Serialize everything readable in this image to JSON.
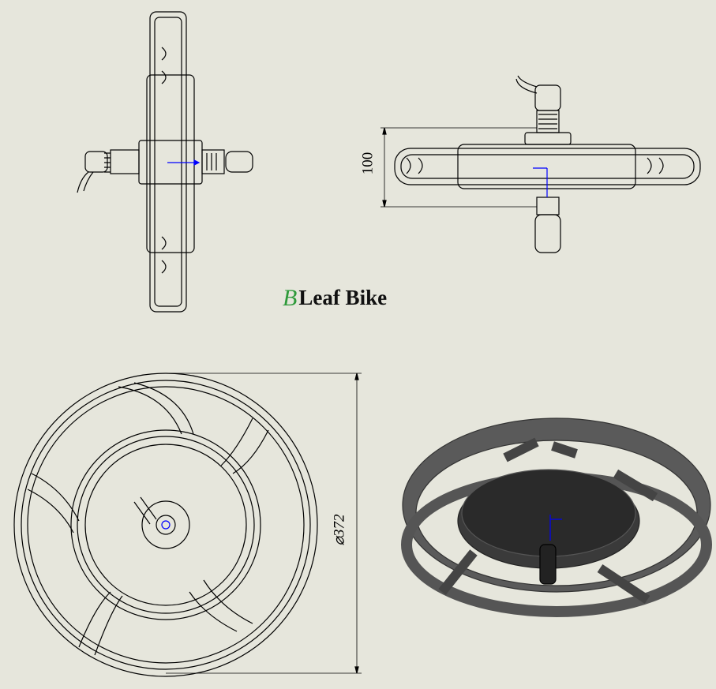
{
  "brand": {
    "logo_mark": "B",
    "name": "Leaf Bike",
    "mark_color": "#2e9a3a"
  },
  "dimensions": {
    "width_label": "100",
    "diameter_label": "⌀372"
  },
  "colors": {
    "background": "#e6e6dc",
    "line": "#000000",
    "axis": "#0000ff",
    "render": "#4a4a4a"
  }
}
